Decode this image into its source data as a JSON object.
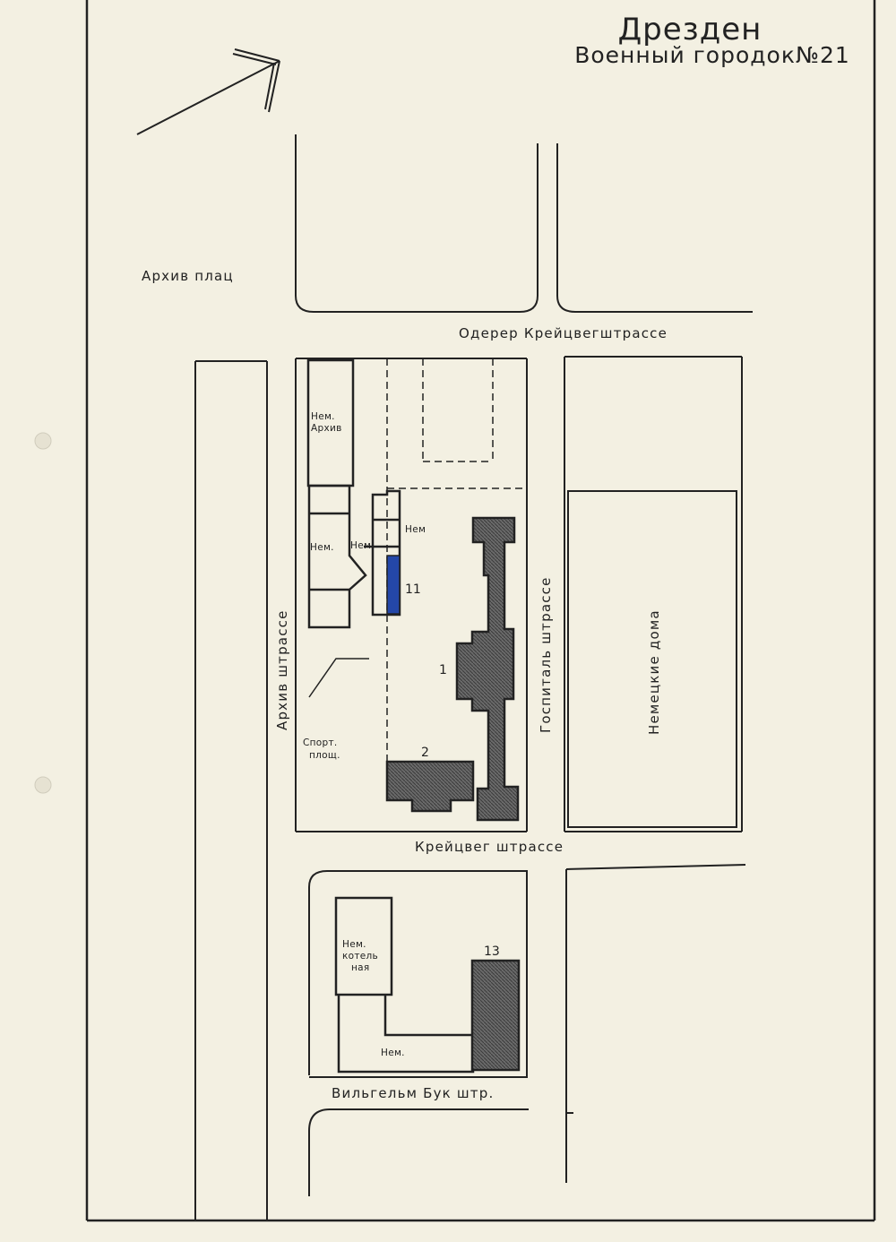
{
  "title": {
    "city": "Дрезден",
    "subtitle": "Военный городок№21"
  },
  "streets": {
    "archiv_platz": "Архив плац",
    "oderer": "Одерер Крейцвегштрассе",
    "archiv_strasse": "Архив штрассе",
    "hospital_strasse": "Госпиталь штрассе",
    "kreuzweg": "Крейцвег штрассе",
    "wilhelm_buck": "Вильгельм Бук штр."
  },
  "buildings": {
    "nem_archiv_1": "Нем.",
    "nem_archiv_2": "Архив",
    "nem_1": "Нем.",
    "nem_small": "Нем",
    "nem_top": "Нем",
    "num_11": "11",
    "num_1": "1",
    "num_2": "2",
    "sport_1": "Спорт.",
    "sport_2": "площ.",
    "german_houses": "Немецкие дома",
    "boiler_1": "Нем.",
    "boiler_2": "котель",
    "boiler_3": "ная",
    "num_13": "13",
    "nem_bottom": "Нем."
  },
  "colors": {
    "paper": "#f3f0e2",
    "ink": "#222222",
    "hatch": "#555555",
    "blue_building": "#2447a8"
  }
}
